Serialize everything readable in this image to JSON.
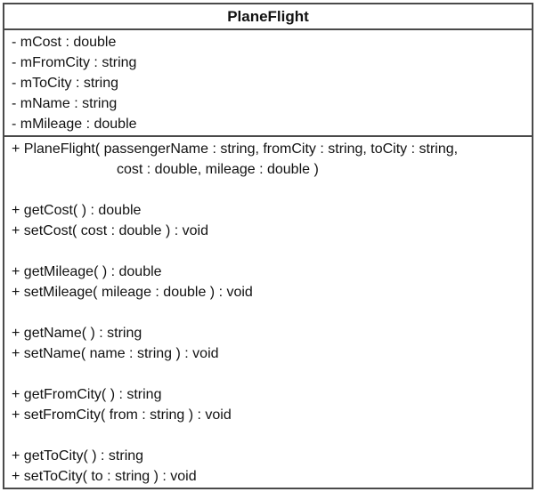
{
  "uml_class": {
    "name": "PlaneFlight",
    "attributes": [
      "- mCost : double",
      "- mFromCity : string",
      "- mToCity : string",
      "- mName : string",
      "- mMileage : double"
    ],
    "methods": [
      "+ PlaneFlight( passengerName : string, fromCity : string, toCity : string,",
      "cost : double, mileage : double )",
      "",
      "+ getCost( ) : double",
      "+ setCost( cost : double ) : void",
      "",
      "+ getMileage( ) : double",
      "+ setMileage( mileage : double ) : void",
      "",
      "+ getName( ) : string",
      "+ setName( name : string ) : void",
      "",
      "+ getFromCity( ) : string",
      "+ setFromCity( from : string ) : void",
      "",
      "+ getToCity( ) : string",
      "+ setToCity( to : string ) : void"
    ],
    "colors": {
      "border": "#4a4a4a",
      "background": "#ffffff",
      "text": "#121212"
    }
  }
}
